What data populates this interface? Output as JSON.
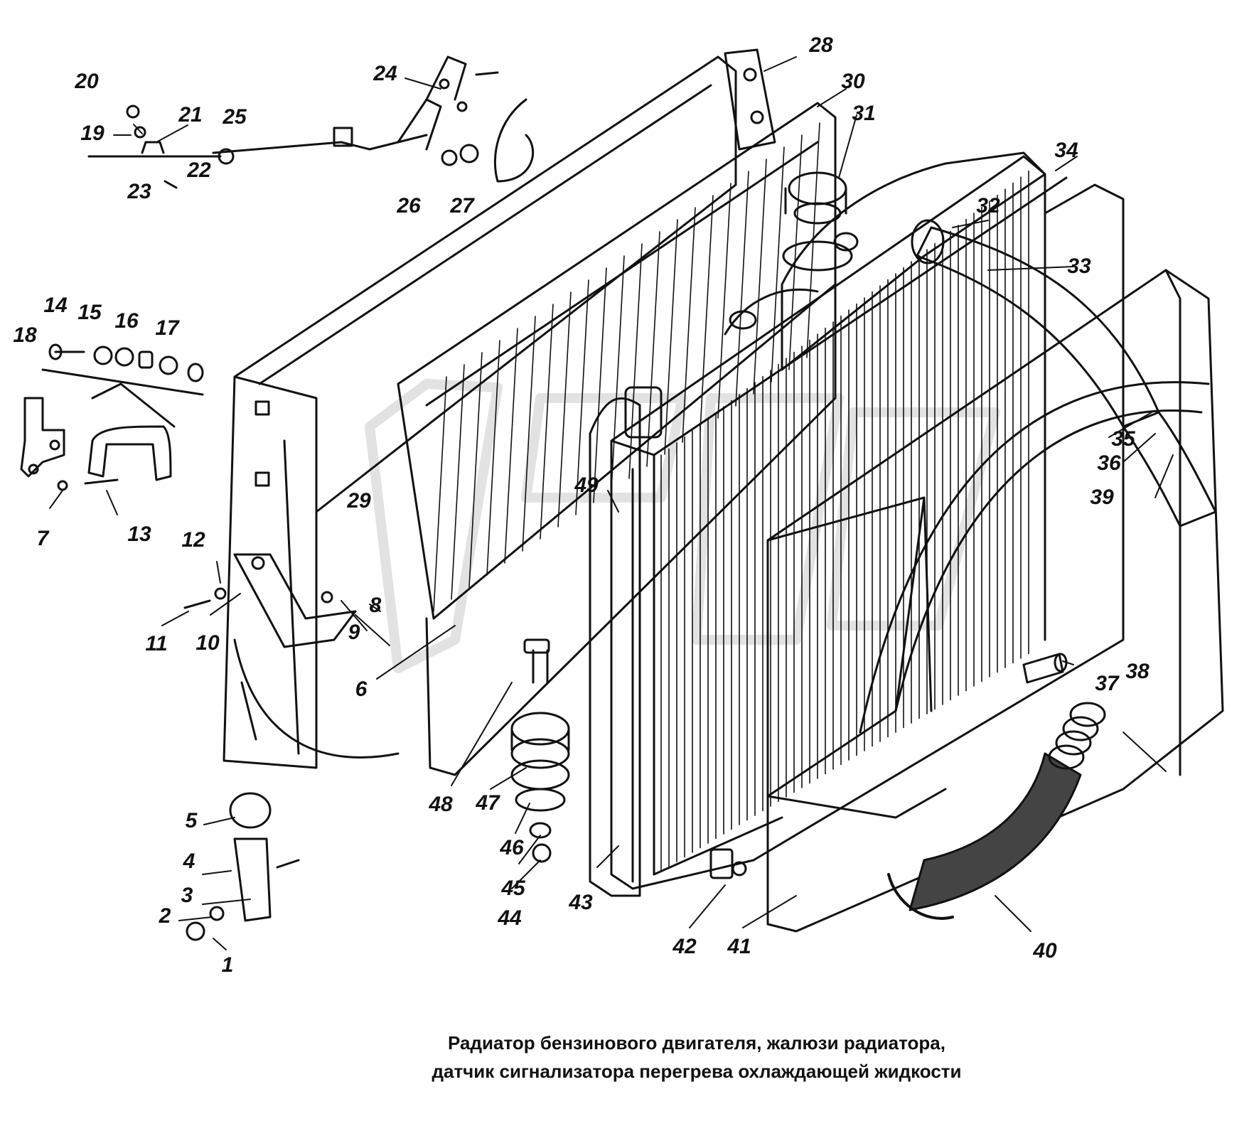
{
  "caption": {
    "line1": "Радиатор бензинового двигателя, жалюзи радиатора,",
    "line2": "датчик сигнализатора перегрева охлаждающей жидкости"
  },
  "callouts": [
    "1",
    "2",
    "3",
    "4",
    "5",
    "6",
    "7",
    "8",
    "9",
    "10",
    "11",
    "12",
    "13",
    "14",
    "15",
    "16",
    "17",
    "18",
    "19",
    "20",
    "21",
    "22",
    "23",
    "24",
    "25",
    "26",
    "27",
    "28",
    "29",
    "30",
    "31",
    "32",
    "33",
    "34",
    "35",
    "36",
    "37",
    "38",
    "39",
    "40",
    "41",
    "42",
    "43",
    "44",
    "45",
    "46",
    "47",
    "48",
    "49"
  ],
  "colors": {
    "ink": "#111111",
    "paper": "#ffffff",
    "watermark": "#e4e4e4"
  }
}
